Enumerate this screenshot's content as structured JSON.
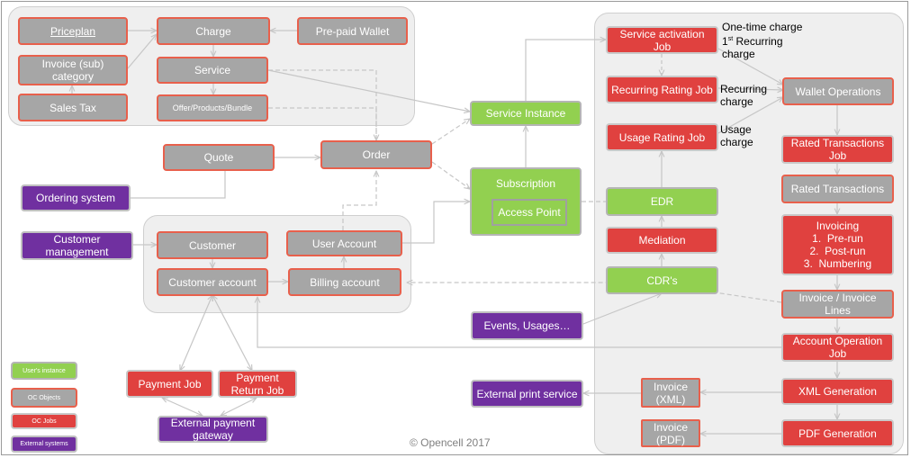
{
  "nodes": {
    "priceplan": "Priceplan",
    "charge": "Charge",
    "prepaid_wallet": "Pre-paid Wallet",
    "invoice_subcategory": "Invoice (sub) category",
    "service": "Service",
    "sales_tax": "Sales Tax",
    "offer_products_bundle": "Offer/Products/Bundle",
    "quote": "Quote",
    "order": "Order",
    "ordering_system": "Ordering system",
    "service_instance": "Service Instance",
    "subscription": "Subscription",
    "access_point": "Access Point",
    "customer_management": "Customer management",
    "customer": "Customer",
    "user_account": "User Account",
    "customer_account": "Customer account",
    "billing_account": "Billing  account",
    "events_usages": "Events, Usages…",
    "payment_job": "Payment Job",
    "payment_return_job": "Payment Return Job",
    "external_payment_gateway": "External payment gateway",
    "external_print_service": "External print service",
    "service_activation_job": "Service activation Job",
    "recurring_rating_job": "Recurring Rating Job",
    "usage_rating_job": "Usage Rating Job",
    "edr": "EDR",
    "mediation": "Mediation",
    "cdrs": "CDR's",
    "wallet_operations": "Wallet Operations",
    "rated_transactions_job": "Rated Transactions Job",
    "rated_transactions": "Rated Transactions",
    "invoicing_title": "Invoicing",
    "invoicing_steps": [
      "Pre-run",
      "Post-run",
      "Numbering"
    ],
    "invoice_lines": "Invoice / Invoice Lines",
    "account_operation_job": "Account Operation Job",
    "xml_generation": "XML Generation",
    "pdf_generation": "PDF Generation",
    "invoice_xml": "Invoice (XML)",
    "invoice_pdf": "Invoice (PDF)"
  },
  "annotations": {
    "one_time_charge": "One-time charge",
    "recurring_first_num": "1",
    "recurring_first_sup": "st",
    "recurring_first_rest": " Recurring",
    "recurring_first_charge": "charge",
    "recurring_charge_1": "Recurring",
    "recurring_charge_2": "charge",
    "usage_charge_1": "Usage",
    "usage_charge_2": "charge"
  },
  "legend": {
    "users_instance": "User's instance",
    "oc_objects": "OC Objects",
    "oc_jobs": "OC Jobs",
    "external_systems": "External systems"
  },
  "copyright": "© Opencell 2017",
  "colors": {
    "oc_object_fill": "#a6a6a6",
    "oc_object_border": "#e8604c",
    "oc_job": "#e0413f",
    "users_instance": "#92d050",
    "external_system": "#7030a0",
    "group_background": "#efefef"
  }
}
